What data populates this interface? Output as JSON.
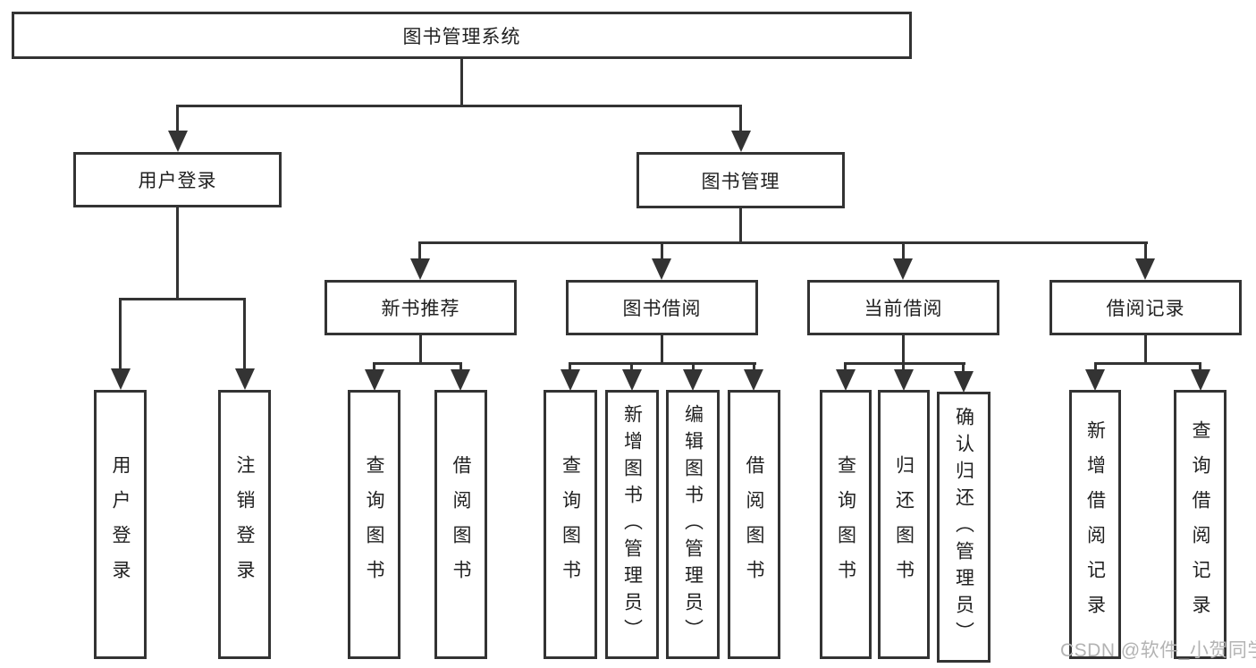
{
  "diagram_title": "图书管理系统",
  "tree": {
    "label": "图书管理系统",
    "children": [
      {
        "label": "用户登录",
        "children": [
          {
            "label": "用户登录"
          },
          {
            "label": "注销登录"
          }
        ]
      },
      {
        "label": "图书管理",
        "children": [
          {
            "label": "新书推荐",
            "children": [
              {
                "label": "查询图书"
              },
              {
                "label": "借阅图书"
              }
            ]
          },
          {
            "label": "图书借阅",
            "children": [
              {
                "label": "查询图书"
              },
              {
                "label": "新增图书（管理员）"
              },
              {
                "label": "编辑图书（管理员）"
              },
              {
                "label": "借阅图书"
              }
            ]
          },
          {
            "label": "当前借阅",
            "children": [
              {
                "label": "查询图书"
              },
              {
                "label": "归还图书"
              },
              {
                "label": "确认归还（管理员）"
              }
            ]
          },
          {
            "label": "借阅记录",
            "children": [
              {
                "label": "新增借阅记录"
              },
              {
                "label": "查询借阅记录"
              }
            ]
          }
        ]
      }
    ]
  },
  "watermark": "CSDN @软件_小贺同学",
  "colors": {
    "line": "#333333",
    "text": "#212121",
    "watermark": "#b3b3b3"
  }
}
